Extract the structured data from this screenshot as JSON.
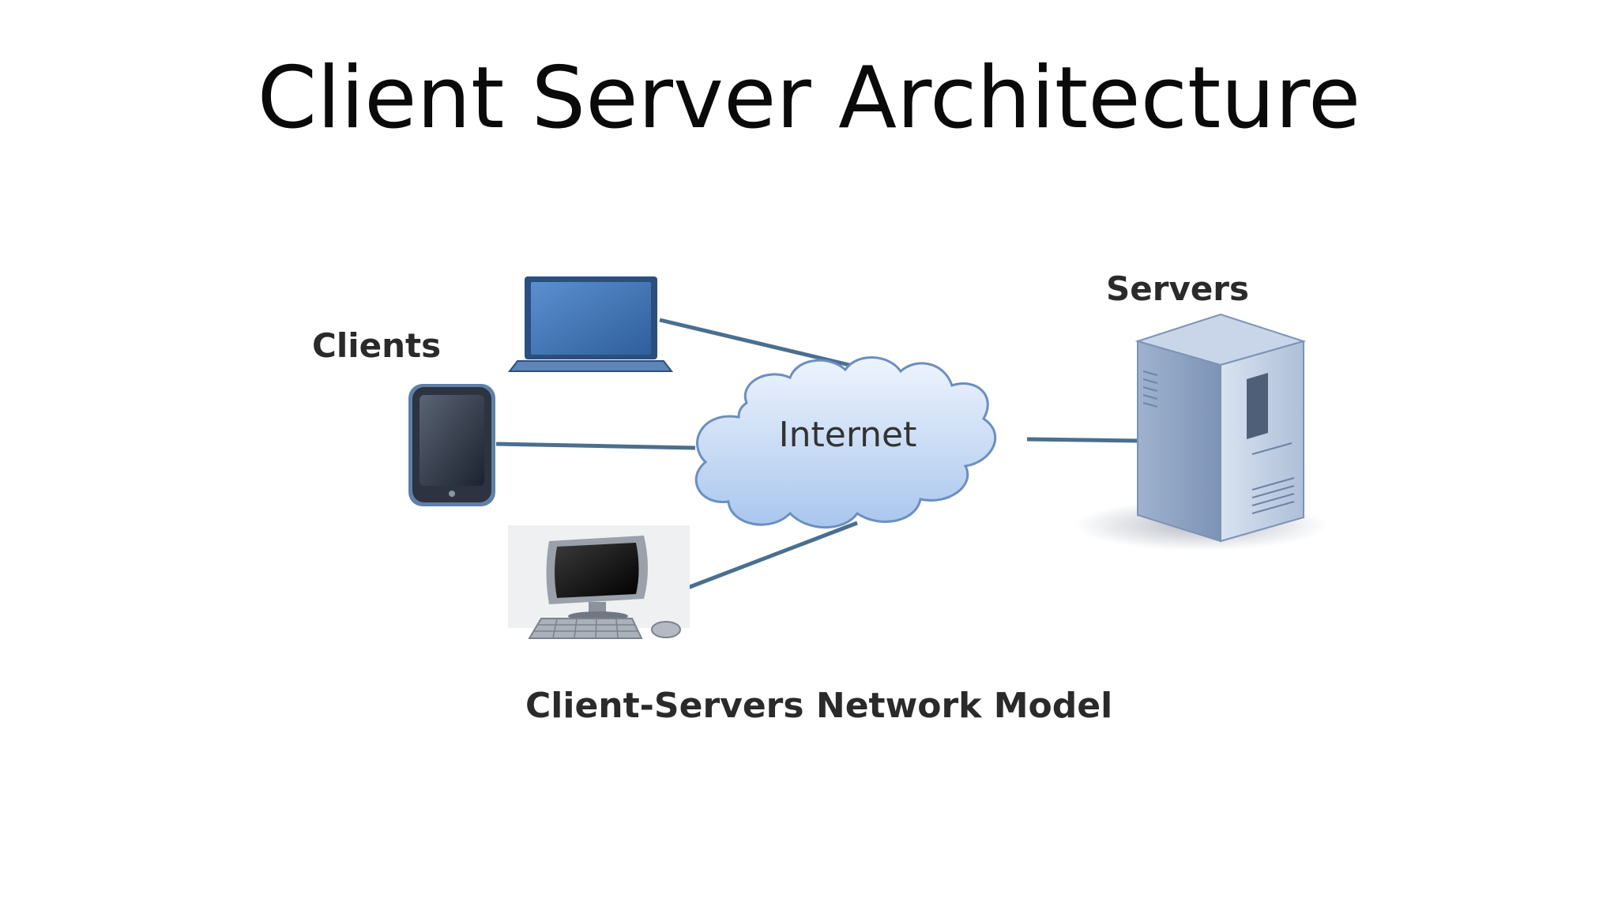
{
  "slide": {
    "title": "Client Server Architecture"
  },
  "diagram": {
    "clients_label": "Clients",
    "servers_label": "Servers",
    "network_label": "Internet",
    "caption": "Client-Servers Network Model",
    "nodes": {
      "laptop_icon": "laptop-icon",
      "phone_icon": "smartphone-icon",
      "desktop_icon": "desktop-computer-icon",
      "server_icon": "server-tower-icon",
      "cloud_icon": "cloud-icon"
    },
    "colors": {
      "link": "#4a6f8f",
      "cloud_fill": "#c9dcf5",
      "laptop": "#3d6ea8",
      "server": "#b8c8de"
    }
  }
}
